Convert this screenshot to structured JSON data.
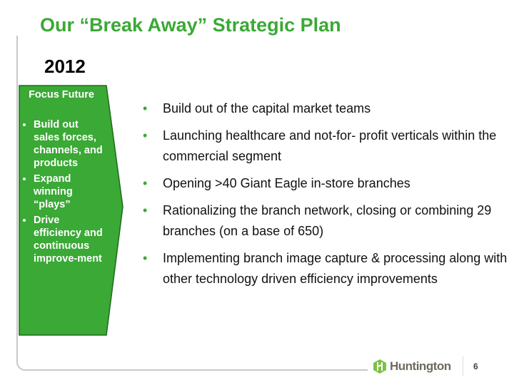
{
  "title": "Our “Break Away” Strategic Plan",
  "year": "2012",
  "panel": {
    "heading": "Focus Future",
    "items": [
      "Build out sales forces, channels, and products",
      "Expand winning “plays”",
      "Drive efficiency and continuous improve-ment"
    ]
  },
  "bullets": [
    "Build out of the capital market teams",
    "Launching healthcare and not-for- profit verticals within the commercial segment",
    "Opening >40 Giant Eagle in-store branches",
    "Rationalizing the branch network, closing or combining 29 branches (on a base of 650)",
    "Implementing branch image capture & processing along with other technology driven efficiency improvements"
  ],
  "footer": {
    "logo_text": "Huntington",
    "page_number": "6"
  },
  "colors": {
    "accent": "#3aa935",
    "logo_green": "#7cc242"
  }
}
